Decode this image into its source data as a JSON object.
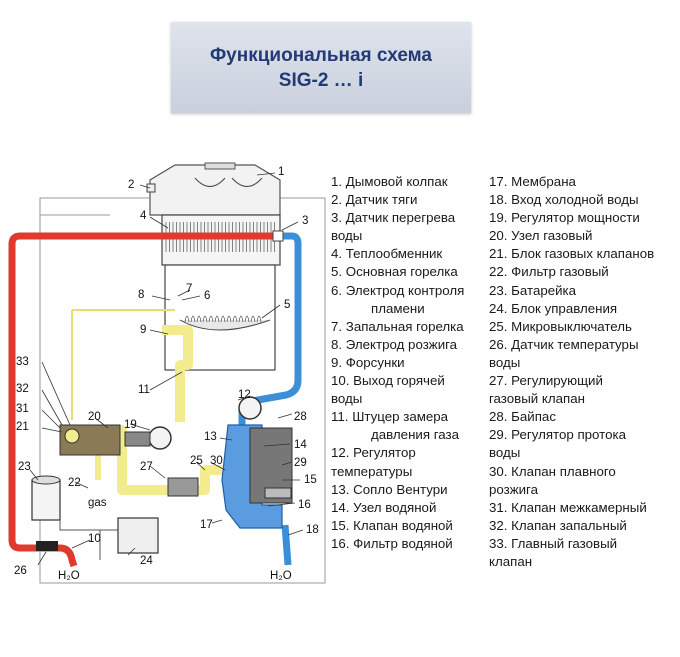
{
  "title": {
    "line1": "Функциональная схема",
    "line2": "SIG-2 … i"
  },
  "legend": {
    "col1": [
      {
        "text": "1. Дымовой колпак"
      },
      {
        "text": "2. Датчик тяги"
      },
      {
        "text": "3. Датчик перегрева",
        "cont": "воды",
        "cont_indent": false
      },
      {
        "text": "4. Теплообменник"
      },
      {
        "text": "5. Основная горелка"
      },
      {
        "text": "6. Электрод контроля",
        "cont": "пламени",
        "cont_indent": true
      },
      {
        "text": "7. Запальная горелка"
      },
      {
        "text": "8. Электрод розжига"
      },
      {
        "text": "9. Форсунки"
      },
      {
        "text": "10. Выход горячей",
        "cont": "воды",
        "cont_indent": false
      },
      {
        "text": "11. Штуцер замера",
        "cont": "давления газа",
        "cont_indent": true
      },
      {
        "text": "12. Регулятор",
        "cont": "температуры",
        "cont_indent": false
      },
      {
        "text": "13. Сопло Вентури"
      },
      {
        "text": "14. Узел водяной"
      },
      {
        "text": "15. Клапан водяной"
      },
      {
        "text": "16. Фильтр водяной"
      }
    ],
    "col2": [
      {
        "text": "17. Мембрана"
      },
      {
        "text": "18. Вход холодной воды"
      },
      {
        "text": "19. Регулятор мощности"
      },
      {
        "text": "20. Узел газовый"
      },
      {
        "text": "21. Блок газовых клапанов"
      },
      {
        "text": "22. Фильтр газовый"
      },
      {
        "text": "23. Батарейка"
      },
      {
        "text": "24. Блок управления"
      },
      {
        "text": "25. Микровыключатель"
      },
      {
        "text": "26. Датчик температуры",
        "cont": "воды",
        "cont_indent": false
      },
      {
        "text": "27. Регулирующий",
        "cont": "газовый клапан",
        "cont_indent": false
      },
      {
        "text": "28. Байпас"
      },
      {
        "text": "29. Регулятор протока",
        "cont": "воды",
        "cont_indent": false
      },
      {
        "text": "30. Клапан плавного",
        "cont": "розжига",
        "cont_indent": false
      },
      {
        "text": "31. Клапан межкамерный"
      },
      {
        "text": "32. Клапан запальный"
      },
      {
        "text": "33. Главный газовый",
        "cont": "клапан",
        "cont_indent": false
      }
    ]
  },
  "diagram": {
    "callouts": [
      "1",
      "2",
      "3",
      "4",
      "5",
      "6",
      "7",
      "8",
      "9",
      "10",
      "11",
      "12",
      "13",
      "14",
      "15",
      "16",
      "17",
      "18",
      "19",
      "20",
      "21",
      "22",
      "23",
      "24",
      "25",
      "26",
      "27",
      "28",
      "29",
      "30",
      "31",
      "32",
      "33"
    ],
    "gas_label": "gas",
    "water_out_label": "H₂O",
    "water_in_label": "H₂O"
  },
  "colors": {
    "hot_water": "#e03a2e",
    "cold_water": "#3b8fd8",
    "gas_line": "#f2ec8f",
    "title_text": "#233a78"
  }
}
